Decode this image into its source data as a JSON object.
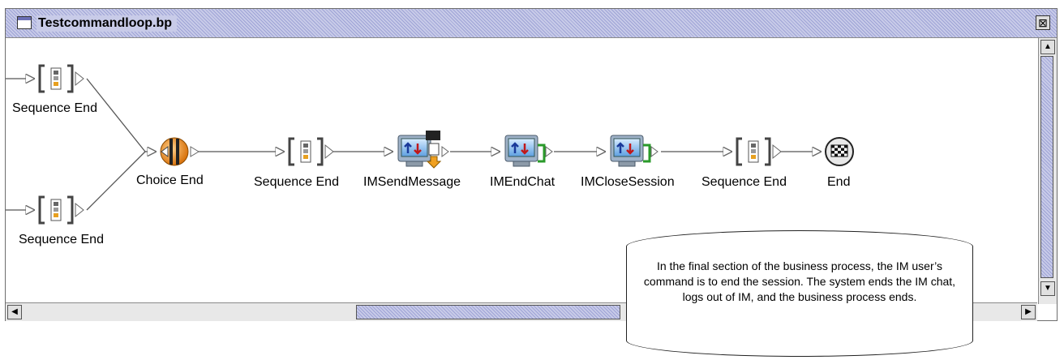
{
  "window": {
    "title": "Testcommandloop.bp",
    "close_glyph": "⊠",
    "icon": "window-icon"
  },
  "nodes": [
    {
      "id": "seq1",
      "label": "Sequence End",
      "icon": "sequence-icon"
    },
    {
      "id": "seq2",
      "label": "Sequence End",
      "icon": "sequence-icon"
    },
    {
      "id": "choice",
      "label": "Choice End",
      "icon": "choice-icon"
    },
    {
      "id": "seq3",
      "label": "Sequence End",
      "icon": "sequence-icon"
    },
    {
      "id": "send",
      "label": "IMSendMessage",
      "icon": "computer-message-icon"
    },
    {
      "id": "endchat",
      "label": "IMEndChat",
      "icon": "computer-icon"
    },
    {
      "id": "close",
      "label": "IMCloseSession",
      "icon": "computer-icon"
    },
    {
      "id": "seq4",
      "label": "Sequence End",
      "icon": "sequence-icon"
    },
    {
      "id": "end",
      "label": "End",
      "icon": "checkered-flag-icon"
    }
  ],
  "callout": {
    "text": "In the final section of the business process, the IM user’s command is to end the session. The system ends the IM chat, logs out of IM, and the business process ends."
  },
  "scrollbars": {
    "up": "▲",
    "down": "▼",
    "left": "◀",
    "right": "▶"
  }
}
